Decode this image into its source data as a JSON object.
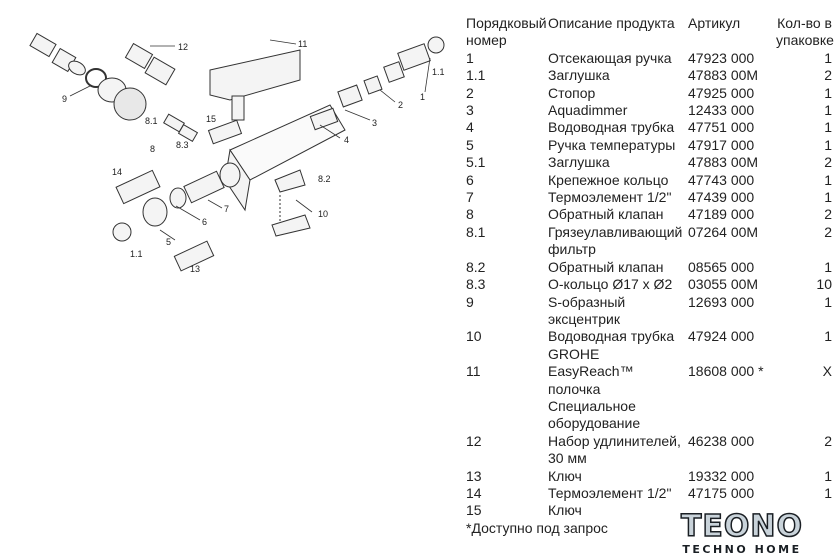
{
  "table": {
    "headers": [
      "Порядковый номер",
      "Описание продукта",
      "Артикул",
      "Кол-во в упаковке"
    ],
    "rows": [
      {
        "num": "1",
        "desc": "Отсекающая ручка",
        "article": "47923 000",
        "qty": "1"
      },
      {
        "num": "1.1",
        "desc": "Заглушка",
        "article": "47883 00M",
        "qty": "2"
      },
      {
        "num": "2",
        "desc": "Стопор",
        "article": "47925 000",
        "qty": "1"
      },
      {
        "num": "3",
        "desc": "Aquadimmer",
        "article": "12433 000",
        "qty": "1"
      },
      {
        "num": "4",
        "desc": "Водоводная трубка",
        "article": "47751 000",
        "qty": "1"
      },
      {
        "num": "5",
        "desc": "Ручка температуры",
        "article": "47917 000",
        "qty": "1"
      },
      {
        "num": "5.1",
        "desc": "Заглушка",
        "article": "47883 00M",
        "qty": "2"
      },
      {
        "num": "6",
        "desc": "Крепежное кольцо",
        "article": "47743 000",
        "qty": "1"
      },
      {
        "num": "7",
        "desc": "Термоэлемент 1/2\"",
        "article": "47439 000",
        "qty": "1"
      },
      {
        "num": "8",
        "desc": "Обратный клапан",
        "article": "47189 000",
        "qty": "2"
      },
      {
        "num": "8.1",
        "desc": "Грязеулавливающий фильтр",
        "article": "07264 00M",
        "qty": "2"
      },
      {
        "num": "8.2",
        "desc": "Обратный клапан",
        "article": "08565 000",
        "qty": "1"
      },
      {
        "num": "8.3",
        "desc": "О-кольцо Ø17 x Ø2",
        "article": "03055 00M",
        "qty": "10"
      },
      {
        "num": "9",
        "desc": "S-образный эксцентрик",
        "article": "12693 000",
        "qty": "1"
      },
      {
        "num": "10",
        "desc": "Водоводная трубка GROHE",
        "article": "47924 000",
        "qty": "1"
      },
      {
        "num": "11",
        "desc": "EasyReach™ полочка",
        "article": "18608 000 *",
        "qty": "X"
      },
      {
        "num": "",
        "desc": "Специальное оборудование",
        "article": "",
        "qty": ""
      },
      {
        "num": "12",
        "desc": "Набор удлинителей, 30 мм",
        "article": "46238 000",
        "qty": "2"
      },
      {
        "num": "13",
        "desc": "Ключ",
        "article": "19332 000",
        "qty": "1"
      },
      {
        "num": "14",
        "desc": "Термоэлемент 1/2\"",
        "article": "47175 000",
        "qty": "1"
      },
      {
        "num": "15",
        "desc": "Ключ",
        "article": "",
        "qty": ""
      }
    ],
    "footnote": "*Доступно под запрос"
  },
  "logo": {
    "main": "TEONO",
    "sub": "TECHNO HOME"
  },
  "diagram": {
    "labels": [
      "12",
      "11",
      "9",
      "1",
      "1.1",
      "2",
      "3",
      "4",
      "8.1",
      "8",
      "8.3",
      "15",
      "7",
      "8.2",
      "6",
      "14",
      "5",
      "1.1",
      "10",
      "13"
    ]
  }
}
